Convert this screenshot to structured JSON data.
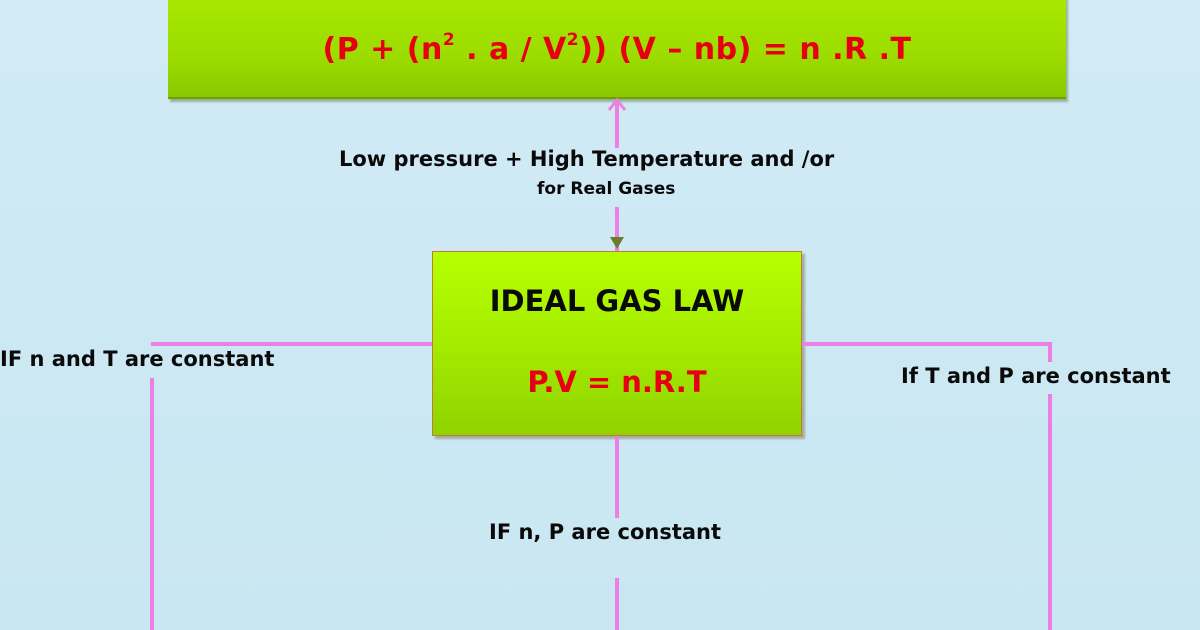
{
  "diagram": {
    "top_box": {
      "equation_parts": {
        "p1": "(P + (n",
        "sup1": "2",
        "p2": " . a / V",
        "sup2": "2",
        "p3": ")) (V – nb) = n .R .T"
      },
      "equation_full": "(P + (n² . a / V²)) (V – nb) = n .R .T"
    },
    "connector_top": {
      "label_line1": "Low pressure + High Temperature and /or",
      "label_line2": "for Real Gases"
    },
    "center_box": {
      "title": "IDEAL GAS LAW",
      "equation": "P.V = n.R.T"
    },
    "branches": {
      "left": "IF n and T are constant",
      "right": "If T and P are constant",
      "bottom": "IF n, P are constant"
    },
    "colors": {
      "background": "#cde9f3",
      "box_green": "#a4e600",
      "equation_red": "#e60012",
      "connector_pink": "#ec7fe6",
      "text_black": "#0a0a0a",
      "box_border": "#c07a3a"
    }
  }
}
